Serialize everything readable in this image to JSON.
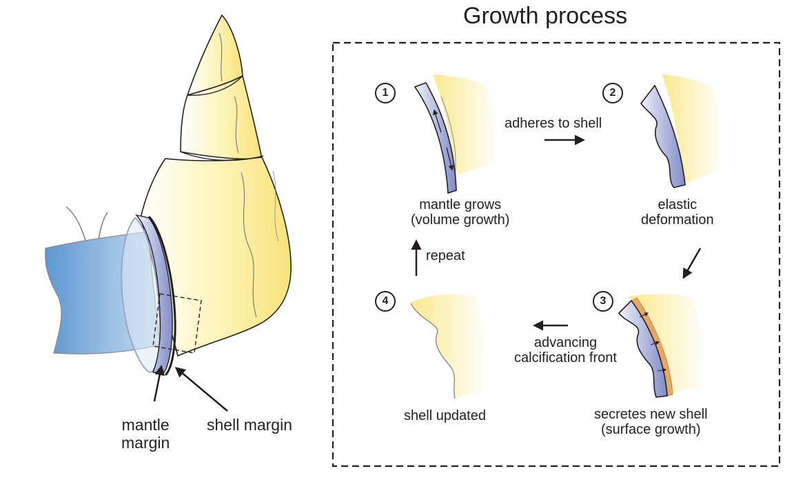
{
  "title": "Growth process",
  "snail_labels": {
    "mantle_margin": "mantle\nmargin",
    "shell_margin": "shell margin"
  },
  "steps": [
    {
      "number": "1",
      "caption": "mantle grows\n(volume growth)"
    },
    {
      "number": "2",
      "caption": "elastic\ndeformation"
    },
    {
      "number": "3",
      "caption": "secretes new shell\n(surface growth)"
    },
    {
      "number": "4",
      "caption": "shell updated"
    }
  ],
  "transitions": {
    "one_to_two": "adheres to shell",
    "two_to_three": "",
    "three_to_four": "advancing\ncalcification front",
    "four_to_one": "repeat"
  },
  "colors": {
    "shell": "#fdf1a6",
    "mantle": "#8f9bcf",
    "body": "#6fa3d6",
    "calcification": "#e7a865",
    "ink": "#231f20"
  }
}
